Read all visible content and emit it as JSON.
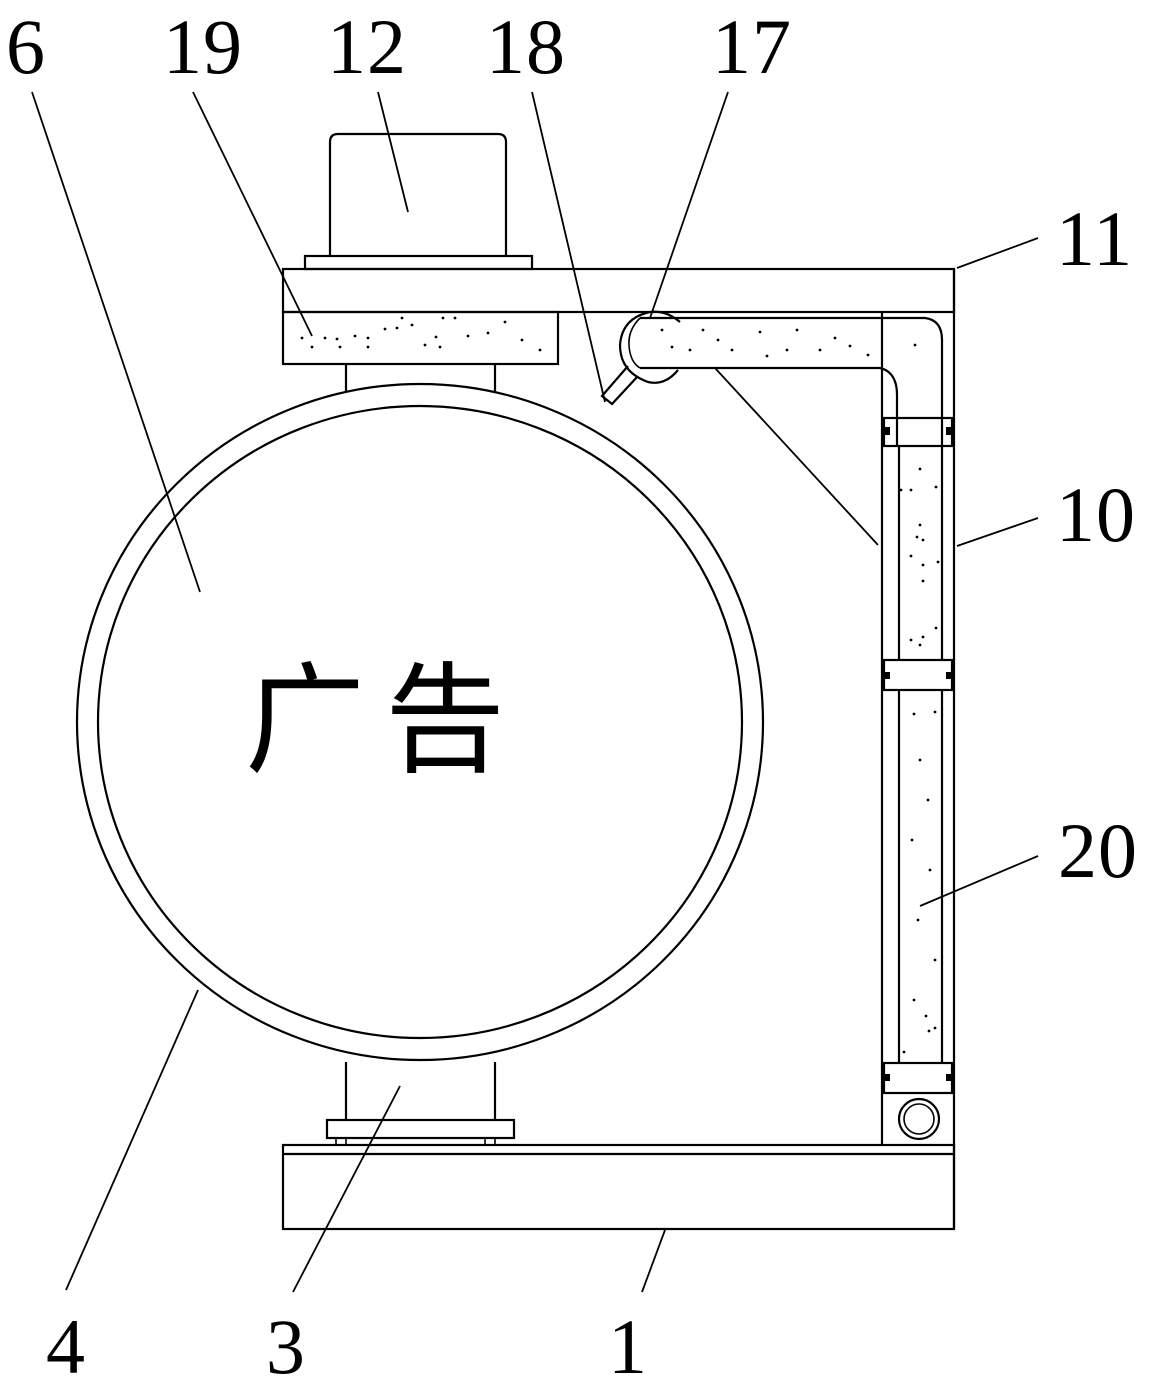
{
  "figure": {
    "type": "patent-technical-drawing",
    "center_text": "广告",
    "line_color": "#000000",
    "background_color": "#ffffff"
  },
  "labels": {
    "l6": "6",
    "l19": "19",
    "l12": "12",
    "l18": "18",
    "l17": "17",
    "l11": "11",
    "l10": "10",
    "l20": "20",
    "l4": "4",
    "l3": "3",
    "l1": "1"
  },
  "parts": [
    {
      "id": "1",
      "name": "base-plate"
    },
    {
      "id": "3",
      "name": "lower-support"
    },
    {
      "id": "4",
      "name": "circular-frame-ring"
    },
    {
      "id": "6",
      "name": "advertising-disc"
    },
    {
      "id": "10",
      "name": "vertical-post"
    },
    {
      "id": "11",
      "name": "top-arm"
    },
    {
      "id": "12",
      "name": "motor"
    },
    {
      "id": "17",
      "name": "pipe-joint"
    },
    {
      "id": "18",
      "name": "nozzle"
    },
    {
      "id": "19",
      "name": "upper-bearing-block"
    },
    {
      "id": "20",
      "name": "pipe"
    }
  ]
}
